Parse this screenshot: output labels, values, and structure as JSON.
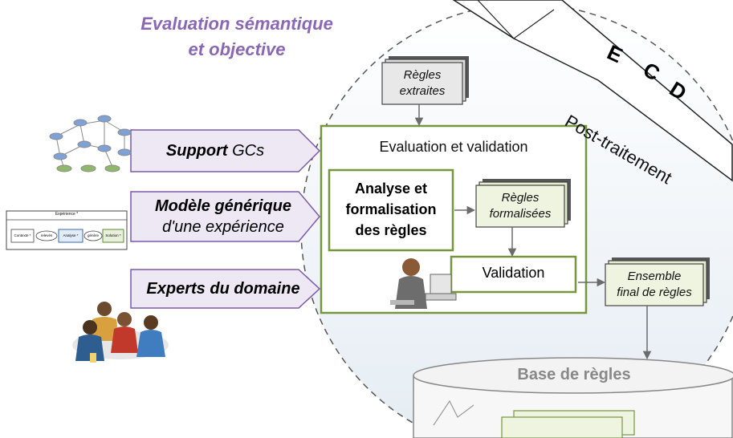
{
  "title_line1": "Evaluation sémantique",
  "title_line2": "et objective",
  "inputs": {
    "support_bold": "Support",
    "support_rest": "GCs",
    "model_line1": "Modèle générique",
    "model_line2": "d'une expérience",
    "experts": "Experts du domaine"
  },
  "mini_model": {
    "title": "Expérience *",
    "items": [
      "Contexte *",
      "relevés",
      "Analyse *",
      "génère",
      "Solution *"
    ]
  },
  "cards": {
    "extracted_line1": "Règles",
    "extracted_line2": "extraites",
    "formalized_line1": "Règles",
    "formalized_line2": "formalisées",
    "final_line1": "Ensemble",
    "final_line2": "final de règles"
  },
  "panel": {
    "title": "Evaluation et validation",
    "analyse_line1": "Analyse et",
    "analyse_line2": "formalisation",
    "analyse_line3": "des règles",
    "validation": "Validation"
  },
  "ecd": {
    "letters": [
      "E",
      "C",
      "D"
    ],
    "post": "Post-traitement"
  },
  "base": "Base de règles",
  "colors": {
    "accent_green": "#76963d",
    "purple": "#8a67b4",
    "arrow_fill": "#eee8f5",
    "card_fill": "#eef4e0"
  }
}
